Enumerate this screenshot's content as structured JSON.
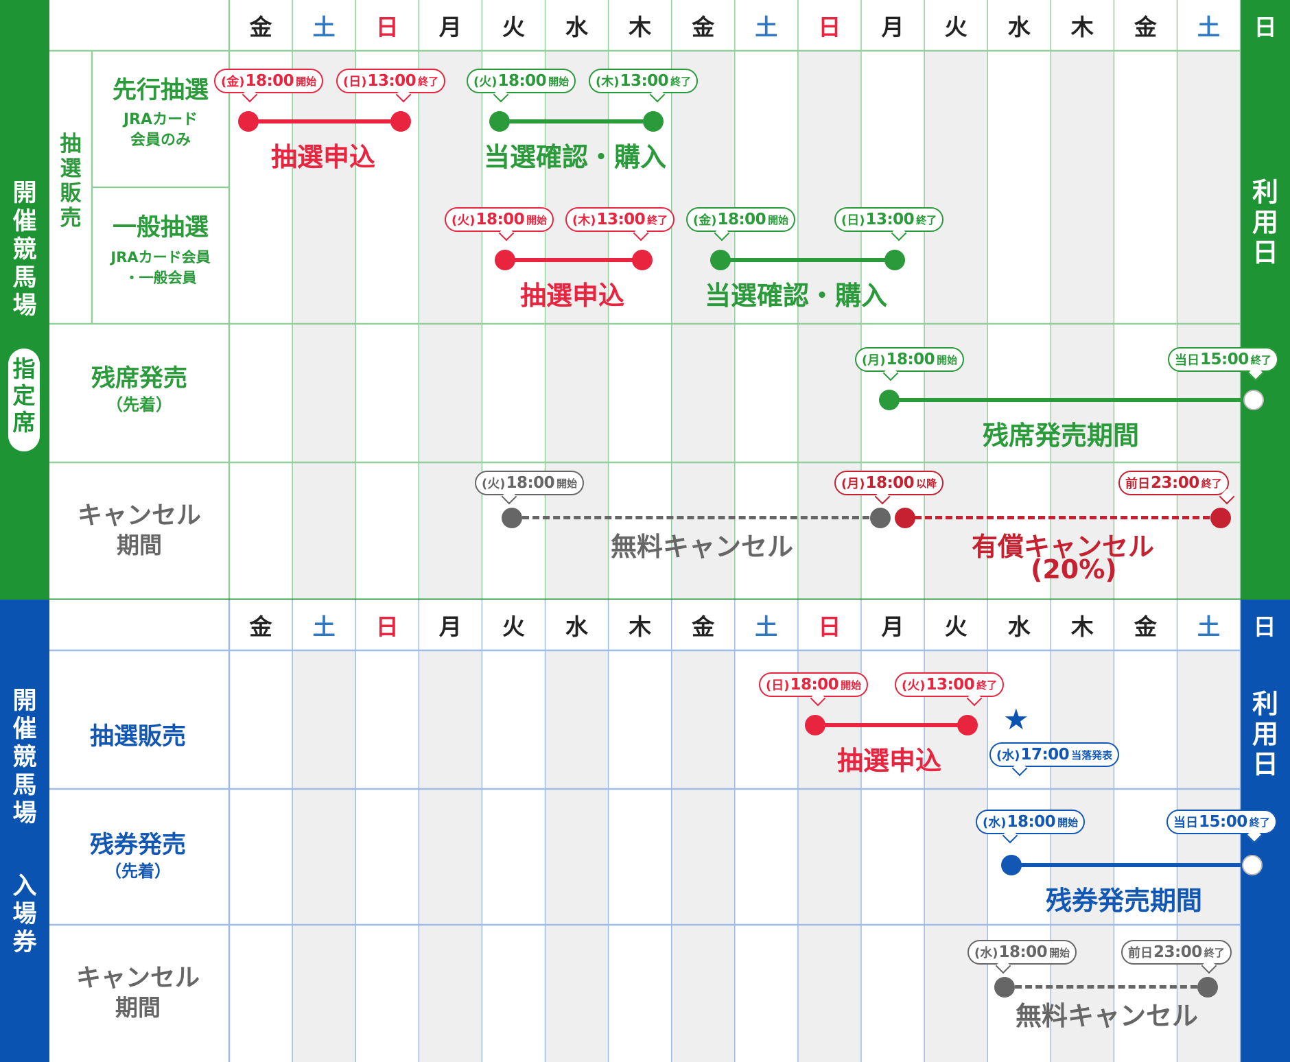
{
  "colors": {
    "green": "#1f9434",
    "green_text": "#2a9a3a",
    "green_grid": "#92cf9c",
    "blue": "#0b53b0",
    "blue_text": "#1257b4",
    "blue_grid": "#9fbce6",
    "red": "#e8243f",
    "dark_red": "#c62130",
    "gray": "#666666",
    "shade": "#efefef",
    "saturday": "#2f78c4",
    "sunday": "#e8243f"
  },
  "days": [
    "金",
    "土",
    "日",
    "月",
    "火",
    "水",
    "木",
    "金",
    "土",
    "日",
    "月",
    "火",
    "水",
    "木",
    "金",
    "土"
  ],
  "use_day": "日",
  "use_day_label": [
    "利",
    "用",
    "日"
  ],
  "reserved": {
    "side_label": [
      "開",
      "催",
      "競",
      "馬",
      "場"
    ],
    "badge": [
      "指",
      "定",
      "席"
    ],
    "lottery_group": [
      "抽",
      "選",
      "販",
      "売"
    ],
    "advance": {
      "title": "先行抽選",
      "sub1": "JRAカード",
      "sub2": "会員のみ",
      "apply_start": {
        "dw": "(金)",
        "time": "18:00",
        "act": "開始"
      },
      "apply_end": {
        "dw": "(日)",
        "time": "13:00",
        "act": "終了"
      },
      "apply_caption": "抽選申込",
      "confirm_start": {
        "dw": "(火)",
        "time": "18:00",
        "act": "開始"
      },
      "confirm_end": {
        "dw": "(木)",
        "time": "13:00",
        "act": "終了"
      },
      "confirm_caption": "当選確認・購入"
    },
    "general": {
      "title": "一般抽選",
      "sub1": "JRAカード会員",
      "sub2": "・一般会員",
      "apply_start": {
        "dw": "(火)",
        "time": "18:00",
        "act": "開始"
      },
      "apply_end": {
        "dw": "(木)",
        "time": "13:00",
        "act": "終了"
      },
      "apply_caption": "抽選申込",
      "confirm_start": {
        "dw": "(金)",
        "time": "18:00",
        "act": "開始"
      },
      "confirm_end": {
        "dw": "(日)",
        "time": "13:00",
        "act": "終了"
      },
      "confirm_caption": "当選確認・購入"
    },
    "remaining": {
      "title": "残席発売",
      "sub": "（先着）",
      "start": {
        "dw": "(月)",
        "time": "18:00",
        "act": "開始"
      },
      "end": {
        "dw": "当日",
        "time": "15:00",
        "act": "終了"
      },
      "caption": "残席発売期間"
    },
    "cancel": {
      "title1": "キャンセル",
      "title2": "期間",
      "free_start": {
        "dw": "(火)",
        "time": "18:00",
        "act": "開始"
      },
      "paid_start": {
        "dw": "(月)",
        "time": "18:00",
        "act": "以降"
      },
      "paid_end": {
        "dw": "前日",
        "time": "23:00",
        "act": "終了"
      },
      "free_caption": "無料キャンセル",
      "paid_caption1": "有償キャンセル",
      "paid_caption2": "(20%)"
    }
  },
  "admission": {
    "side_label": [
      "開",
      "催",
      "競",
      "馬",
      "場"
    ],
    "side_label2": [
      "入",
      "場",
      "券"
    ],
    "lottery": {
      "title": "抽選販売",
      "start": {
        "dw": "(日)",
        "time": "18:00",
        "act": "開始"
      },
      "end": {
        "dw": "(火)",
        "time": "13:00",
        "act": "終了"
      },
      "caption": "抽選申込",
      "announce": {
        "dw": "(水)",
        "time": "17:00",
        "act": "当落発表"
      }
    },
    "remaining": {
      "title": "残券発売",
      "sub": "（先着）",
      "start": {
        "dw": "(水)",
        "time": "18:00",
        "act": "開始"
      },
      "end": {
        "dw": "当日",
        "time": "15:00",
        "act": "終了"
      },
      "caption": "残券発売期間"
    },
    "cancel": {
      "title1": "キャンセル",
      "title2": "期間",
      "start": {
        "dw": "(水)",
        "time": "18:00",
        "act": "開始"
      },
      "end": {
        "dw": "前日",
        "time": "23:00",
        "act": "終了"
      },
      "caption": "無料キャンセル"
    }
  }
}
